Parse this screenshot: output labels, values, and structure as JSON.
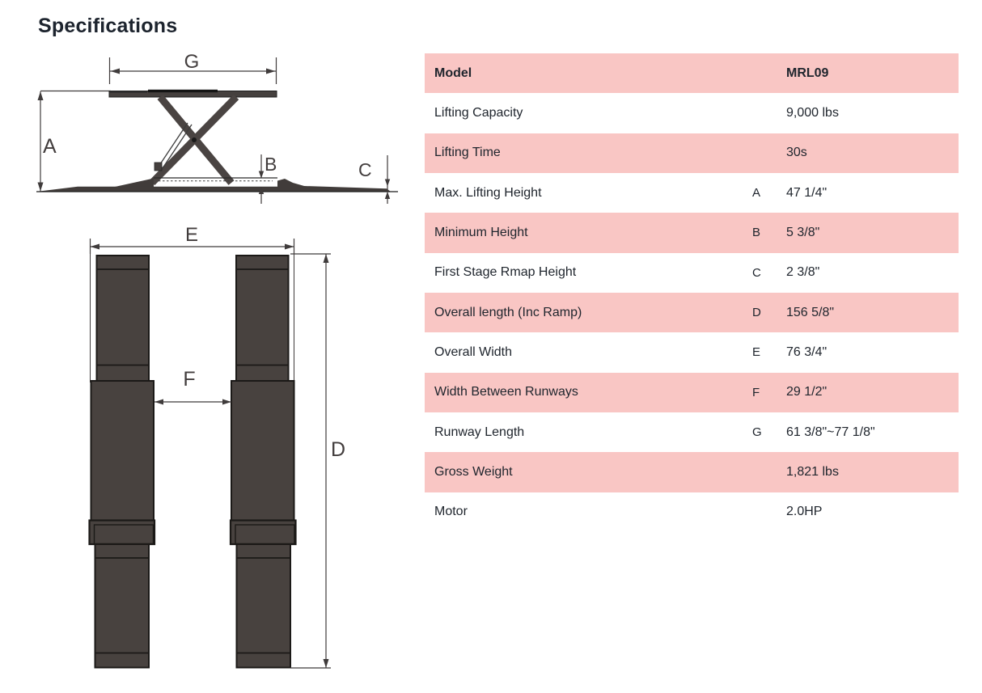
{
  "title": "Specifications",
  "colors": {
    "row_highlight": "#f9c6c4",
    "row_alt": "#ffffff",
    "text": "#1d242e",
    "diagram_fill": "#48423f"
  },
  "diagram": {
    "side_view": {
      "description": "scissor lift side elevation",
      "labels": {
        "a": "A",
        "b": "B",
        "c": "C",
        "g": "G"
      }
    },
    "top_view": {
      "description": "runways plan view",
      "labels": {
        "d": "D",
        "e": "E",
        "f": "F"
      }
    }
  },
  "table": {
    "rows": [
      {
        "label": "Model",
        "letter": "",
        "value": "MRL09"
      },
      {
        "label": "Lifting Capacity",
        "letter": "",
        "value": "9,000 lbs"
      },
      {
        "label": "Lifting Time",
        "letter": "",
        "value": "30s"
      },
      {
        "label": "Max. Lifting Height",
        "letter": "A",
        "value": "47 1/4\""
      },
      {
        "label": "Minimum Height",
        "letter": "B",
        "value": "5 3/8\""
      },
      {
        "label": "First Stage Rmap Height",
        "letter": "C",
        "value": "2 3/8\""
      },
      {
        "label": "Overall length (Inc Ramp)",
        "letter": "D",
        "value": "156 5/8\""
      },
      {
        "label": "Overall Width",
        "letter": "E",
        "value": "76 3/4\""
      },
      {
        "label": "Width Between Runways",
        "letter": "F",
        "value": "29 1/2\""
      },
      {
        "label": "Runway Length",
        "letter": "G",
        "value": "61 3/8\"~77 1/8\""
      },
      {
        "label": "Gross Weight",
        "letter": "",
        "value": "1,821 lbs"
      },
      {
        "label": "Motor",
        "letter": "",
        "value": "2.0HP"
      }
    ]
  }
}
